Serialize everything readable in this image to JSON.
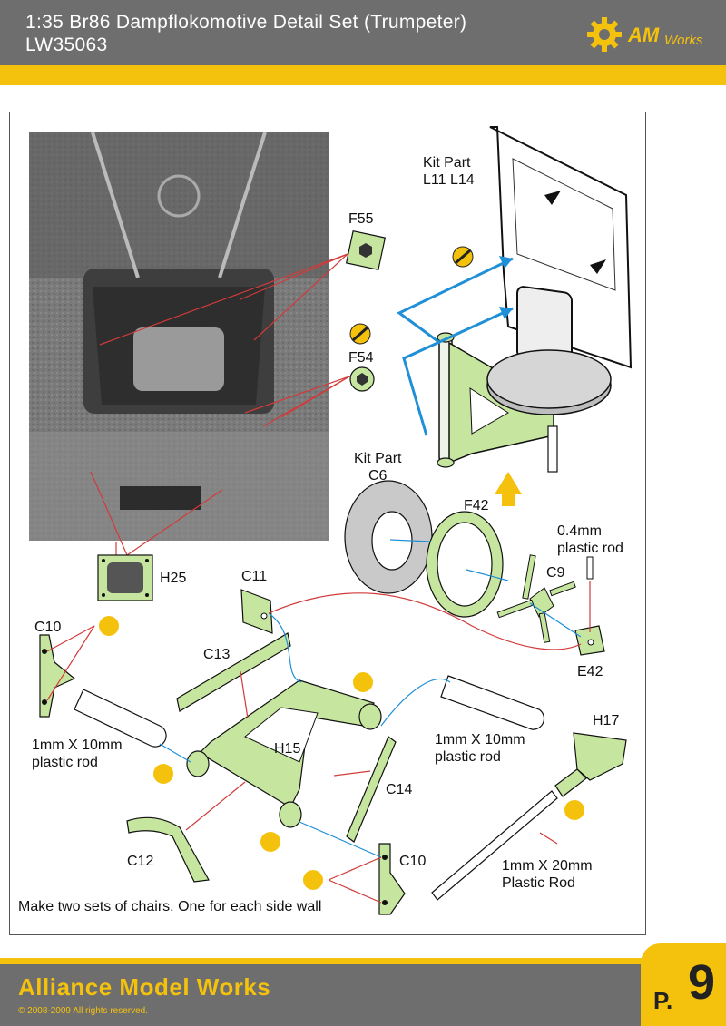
{
  "header": {
    "title_line1": "1:35 Br86 Dampflokomotive Detail Set (Trumpeter)",
    "title_line2": "LW35063",
    "logo_text": "AM",
    "logo_works": "Works"
  },
  "labels": {
    "kit_part_top_line1": "Kit Part",
    "kit_part_top_line2": "L11 L14",
    "f55": "F55",
    "f54": "F54",
    "kit_part_c6_line1": "Kit Part",
    "kit_part_c6_line2": "C6",
    "f42": "F42",
    "rod_small_line1": "0.4mm",
    "rod_small_line2": "plastic rod",
    "c9": "C9",
    "e42": "E42",
    "h25": "H25",
    "c11": "C11",
    "c10_left": "C10",
    "c13": "C13",
    "h15": "H15",
    "c14": "C14",
    "c12": "C12",
    "c10_right": "C10",
    "h17": "H17",
    "rod_left_line1": "1mm X 10mm",
    "rod_left_line2": "plastic rod",
    "rod_right_line1": "1mm X 10mm",
    "rod_right_line2": "plastic rod",
    "rod_long_line1": "1mm X 20mm",
    "rod_long_line2": "Plastic Rod"
  },
  "note": "Make two sets of chairs. One for each side wall",
  "footer": {
    "brand": "Alliance Model Works",
    "copyright": "© 2008-2009 All rights reserved.",
    "page_prefix": "P.",
    "page_number": "9"
  },
  "colors": {
    "part_green": "#c6e6a0",
    "accent_yellow": "#f4c20d",
    "arrow_red": "#d23a3a",
    "arrow_blue": "#1f8fd8",
    "header_gray": "#6e6e6e"
  }
}
